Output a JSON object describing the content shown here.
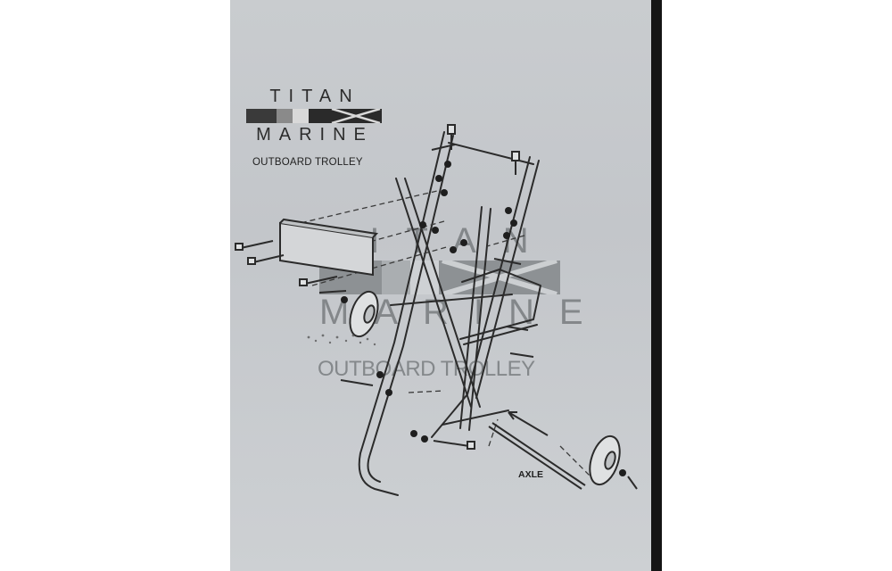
{
  "brand": {
    "word_top": "TITAN",
    "word_bottom": "MARINE",
    "product": "OUTBOARD TROLLEY"
  },
  "watermark": {
    "word_top": "TITAN",
    "word_bottom": "MARINE",
    "product": "OUTBOARD TROLLEY"
  },
  "labels": {
    "axle": "AXLE"
  },
  "colors": {
    "paper": "#c6c9cc",
    "ink": "#1e1e1e",
    "watermark": "#6e7275",
    "edge": "#151515"
  }
}
